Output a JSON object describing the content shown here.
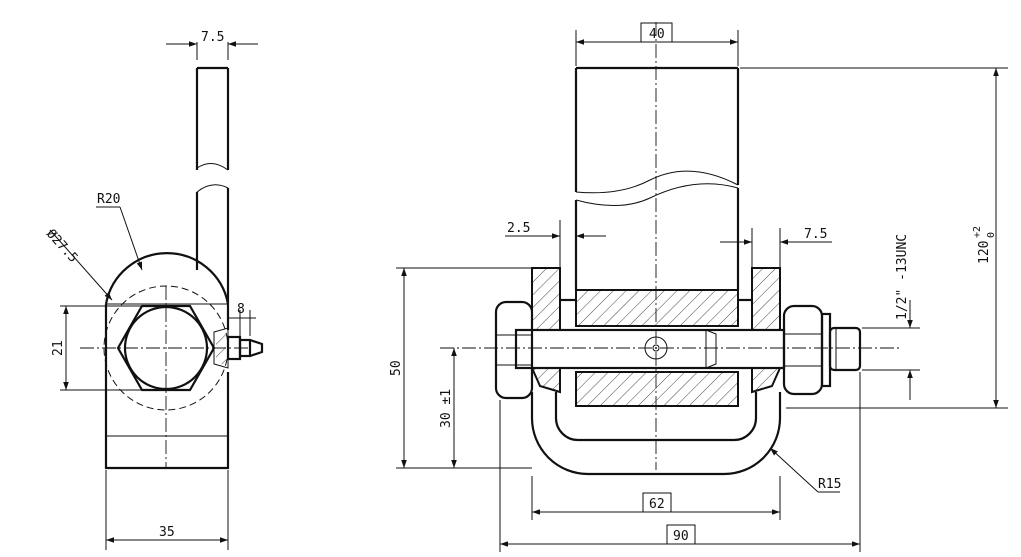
{
  "dimensions": {
    "left_plate_thickness": "7.5",
    "radius_outer": "R20",
    "diameter_circle": "Ø27.5",
    "hex_width": "21",
    "grease_nipple": "8",
    "side_width": "35",
    "tube_width": "40",
    "gap_left": "2.5",
    "plate_right": "7.5",
    "overall_height": "120",
    "tolerance_top": "+2",
    "tolerance_bottom": "0",
    "thread": "1/2\" -13UNC",
    "block_height": "50",
    "bolt_height": "30 ±1",
    "u_radius": "R15",
    "u_width": "62",
    "overall_width": "90"
  }
}
